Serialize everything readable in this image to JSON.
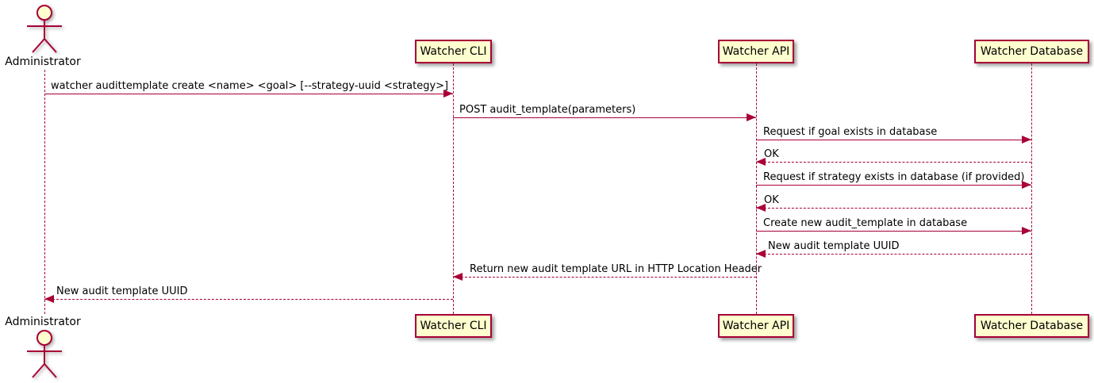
{
  "diagram": {
    "type": "uml-sequence",
    "colors": {
      "participant_fill": "#FEFECE",
      "stroke": "#A80036",
      "text": "#000000",
      "background": "#FFFFFF"
    },
    "actor": {
      "label": "Administrator"
    },
    "participants": [
      {
        "label": "Watcher CLI"
      },
      {
        "label": "Watcher API"
      },
      {
        "label": "Watcher Database"
      }
    ],
    "messages": [
      {
        "from": "Administrator",
        "to": "Watcher CLI",
        "style": "solid",
        "label": "watcher audittemplate create <name> <goal> [--strategy-uuid <strategy>]"
      },
      {
        "from": "Watcher CLI",
        "to": "Watcher API",
        "style": "solid",
        "label": "POST audit_template(parameters)"
      },
      {
        "from": "Watcher API",
        "to": "Watcher Database",
        "style": "solid",
        "label": "Request if goal exists in database"
      },
      {
        "from": "Watcher Database",
        "to": "Watcher API",
        "style": "dashed",
        "label": "OK"
      },
      {
        "from": "Watcher API",
        "to": "Watcher Database",
        "style": "solid",
        "label": "Request if strategy exists in database (if provided)"
      },
      {
        "from": "Watcher Database",
        "to": "Watcher API",
        "style": "dashed",
        "label": "OK"
      },
      {
        "from": "Watcher API",
        "to": "Watcher Database",
        "style": "solid",
        "label": "Create new audit_template in database"
      },
      {
        "from": "Watcher Database",
        "to": "Watcher API",
        "style": "dashed",
        "label": "New audit template UUID"
      },
      {
        "from": "Watcher API",
        "to": "Watcher CLI",
        "style": "dashed",
        "label": "Return new audit template URL in HTTP Location Header"
      },
      {
        "from": "Watcher CLI",
        "to": "Administrator",
        "style": "dashed",
        "label": "New audit template UUID"
      }
    ]
  }
}
